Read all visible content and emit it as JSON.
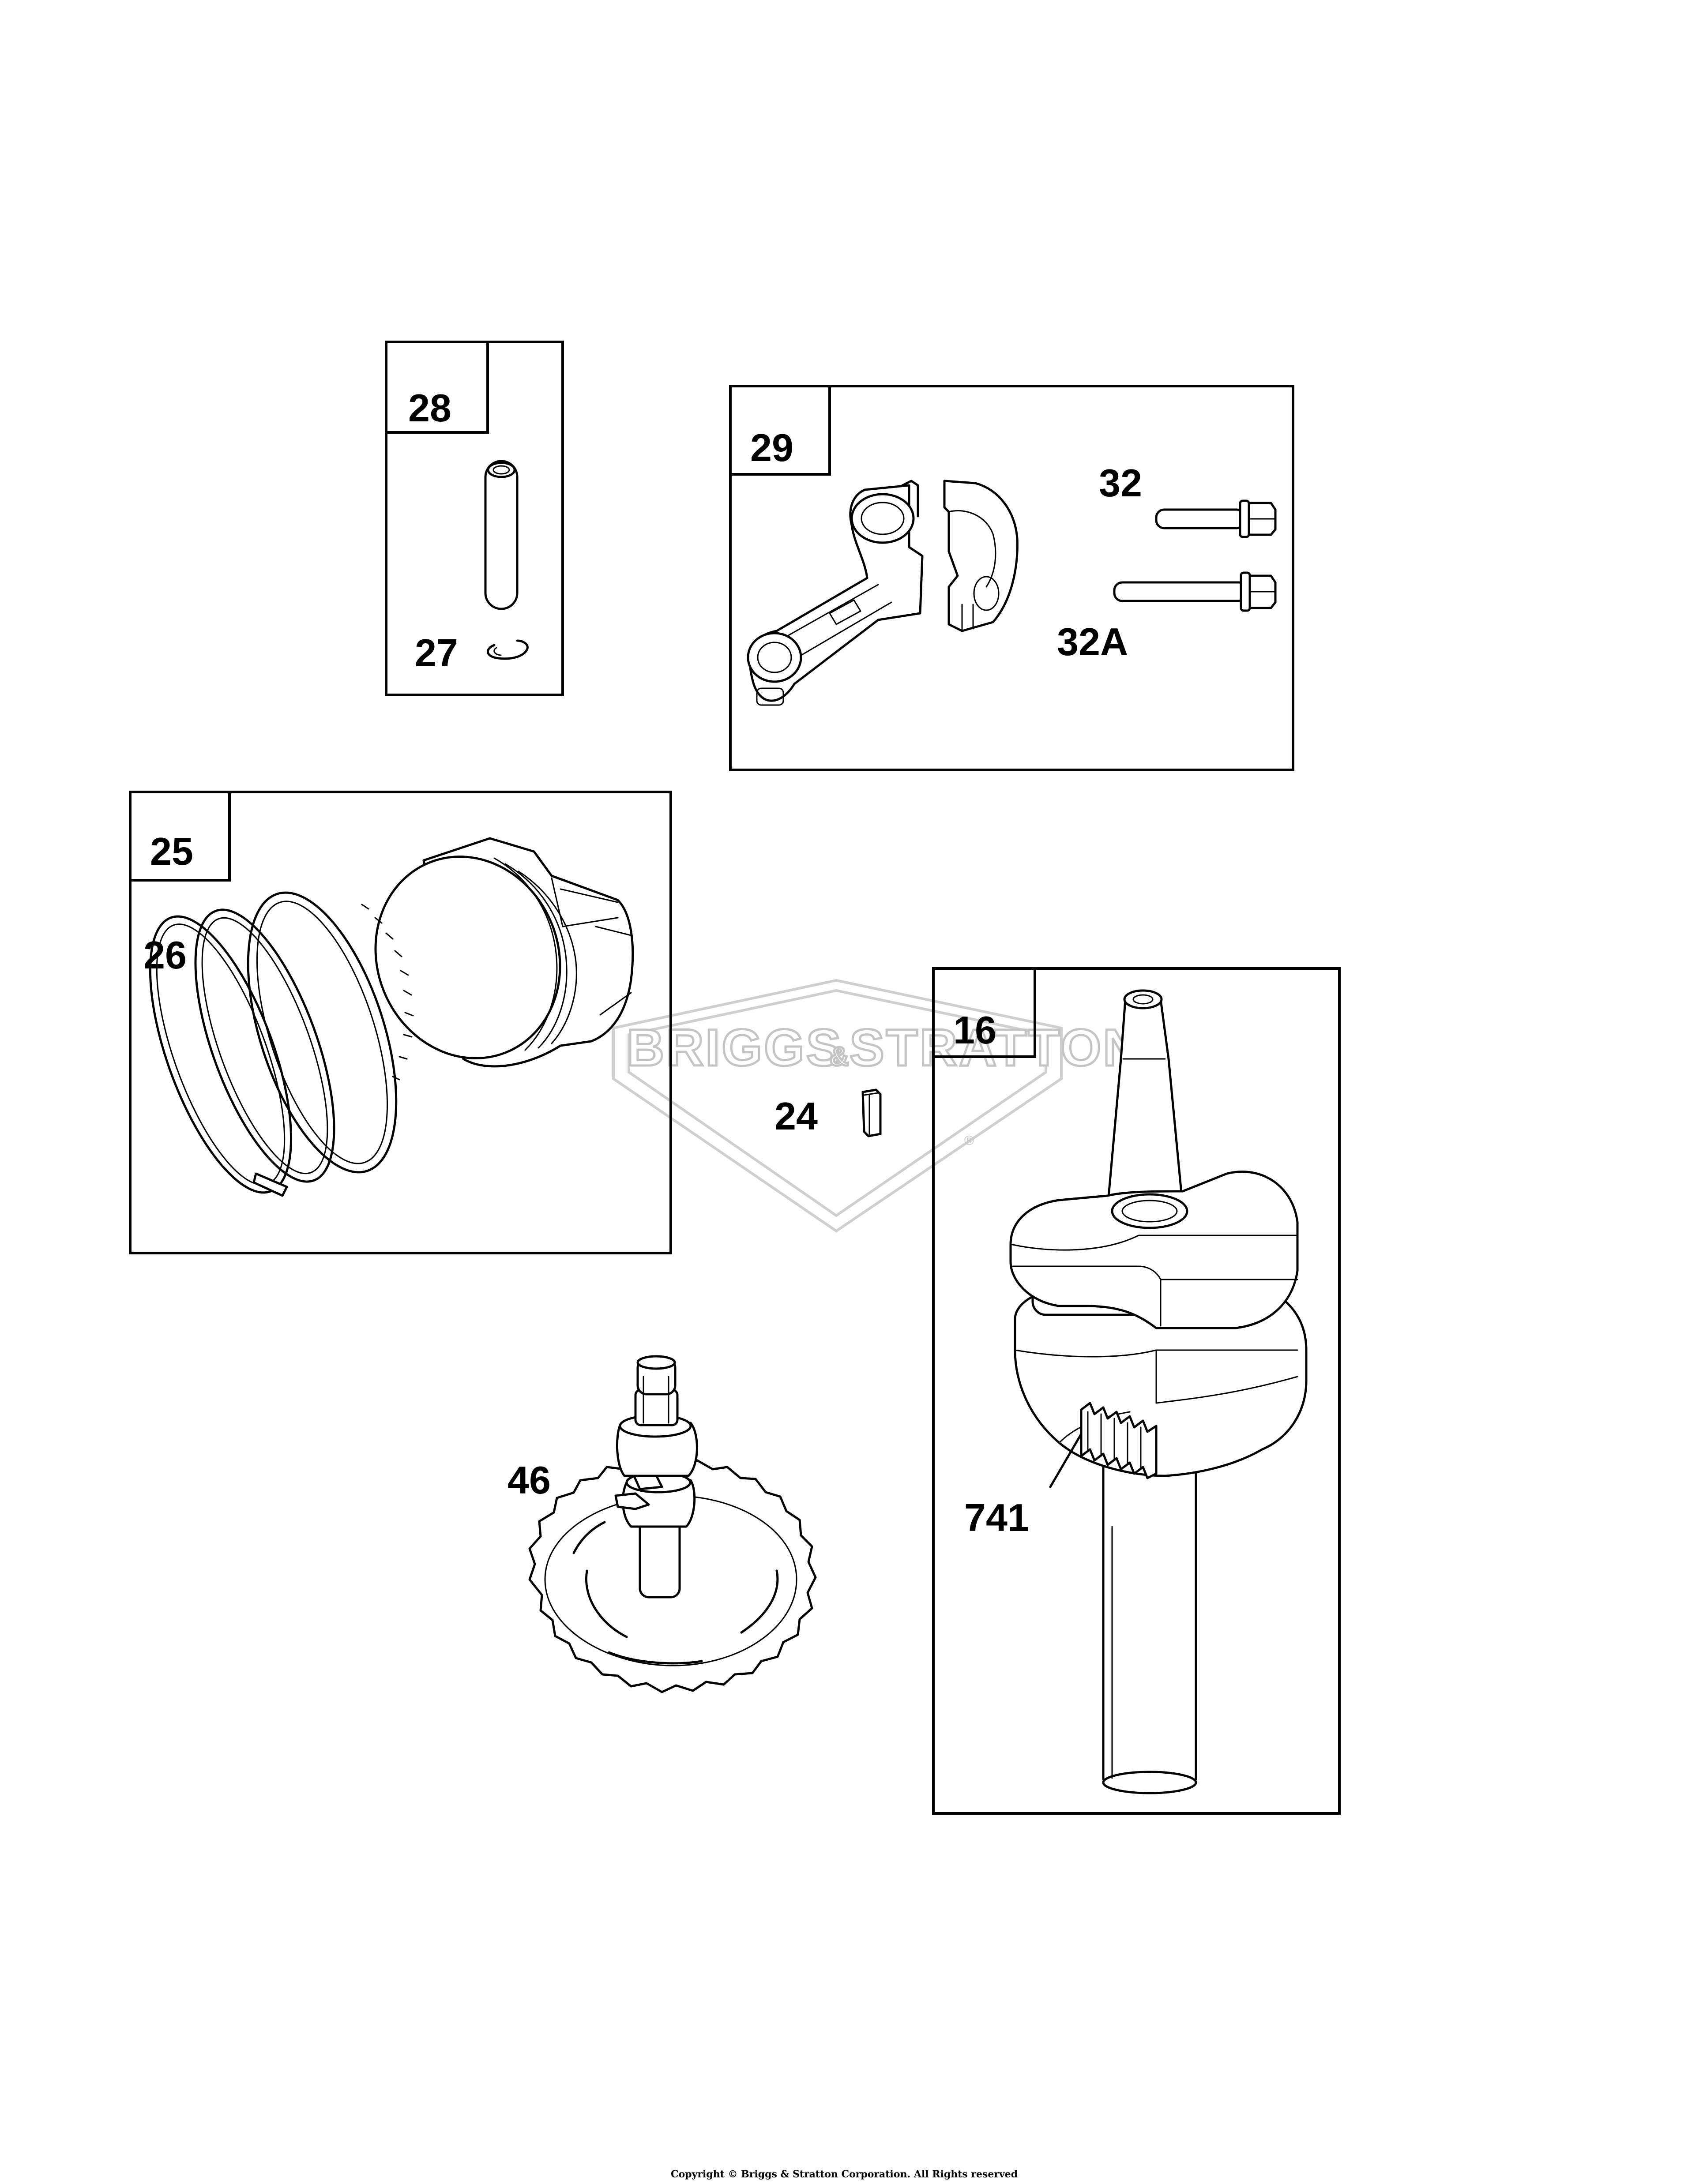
{
  "groups": [
    {
      "id": "28",
      "label": "28"
    },
    {
      "id": "29",
      "label": "29"
    },
    {
      "id": "25",
      "label": "25"
    },
    {
      "id": "16",
      "label": "16"
    }
  ],
  "callouts": {
    "p27": "27",
    "p32": "32",
    "p32a": "32A",
    "p26": "26",
    "p24": "24",
    "p46": "46",
    "p741": "741"
  },
  "watermark": {
    "text_left": "BRIGGS",
    "amp": "&",
    "text_right": "STRATTON",
    "registered": "®"
  },
  "copyright": "Copyright © Briggs & Stratton Corporation. All Rights reserved"
}
